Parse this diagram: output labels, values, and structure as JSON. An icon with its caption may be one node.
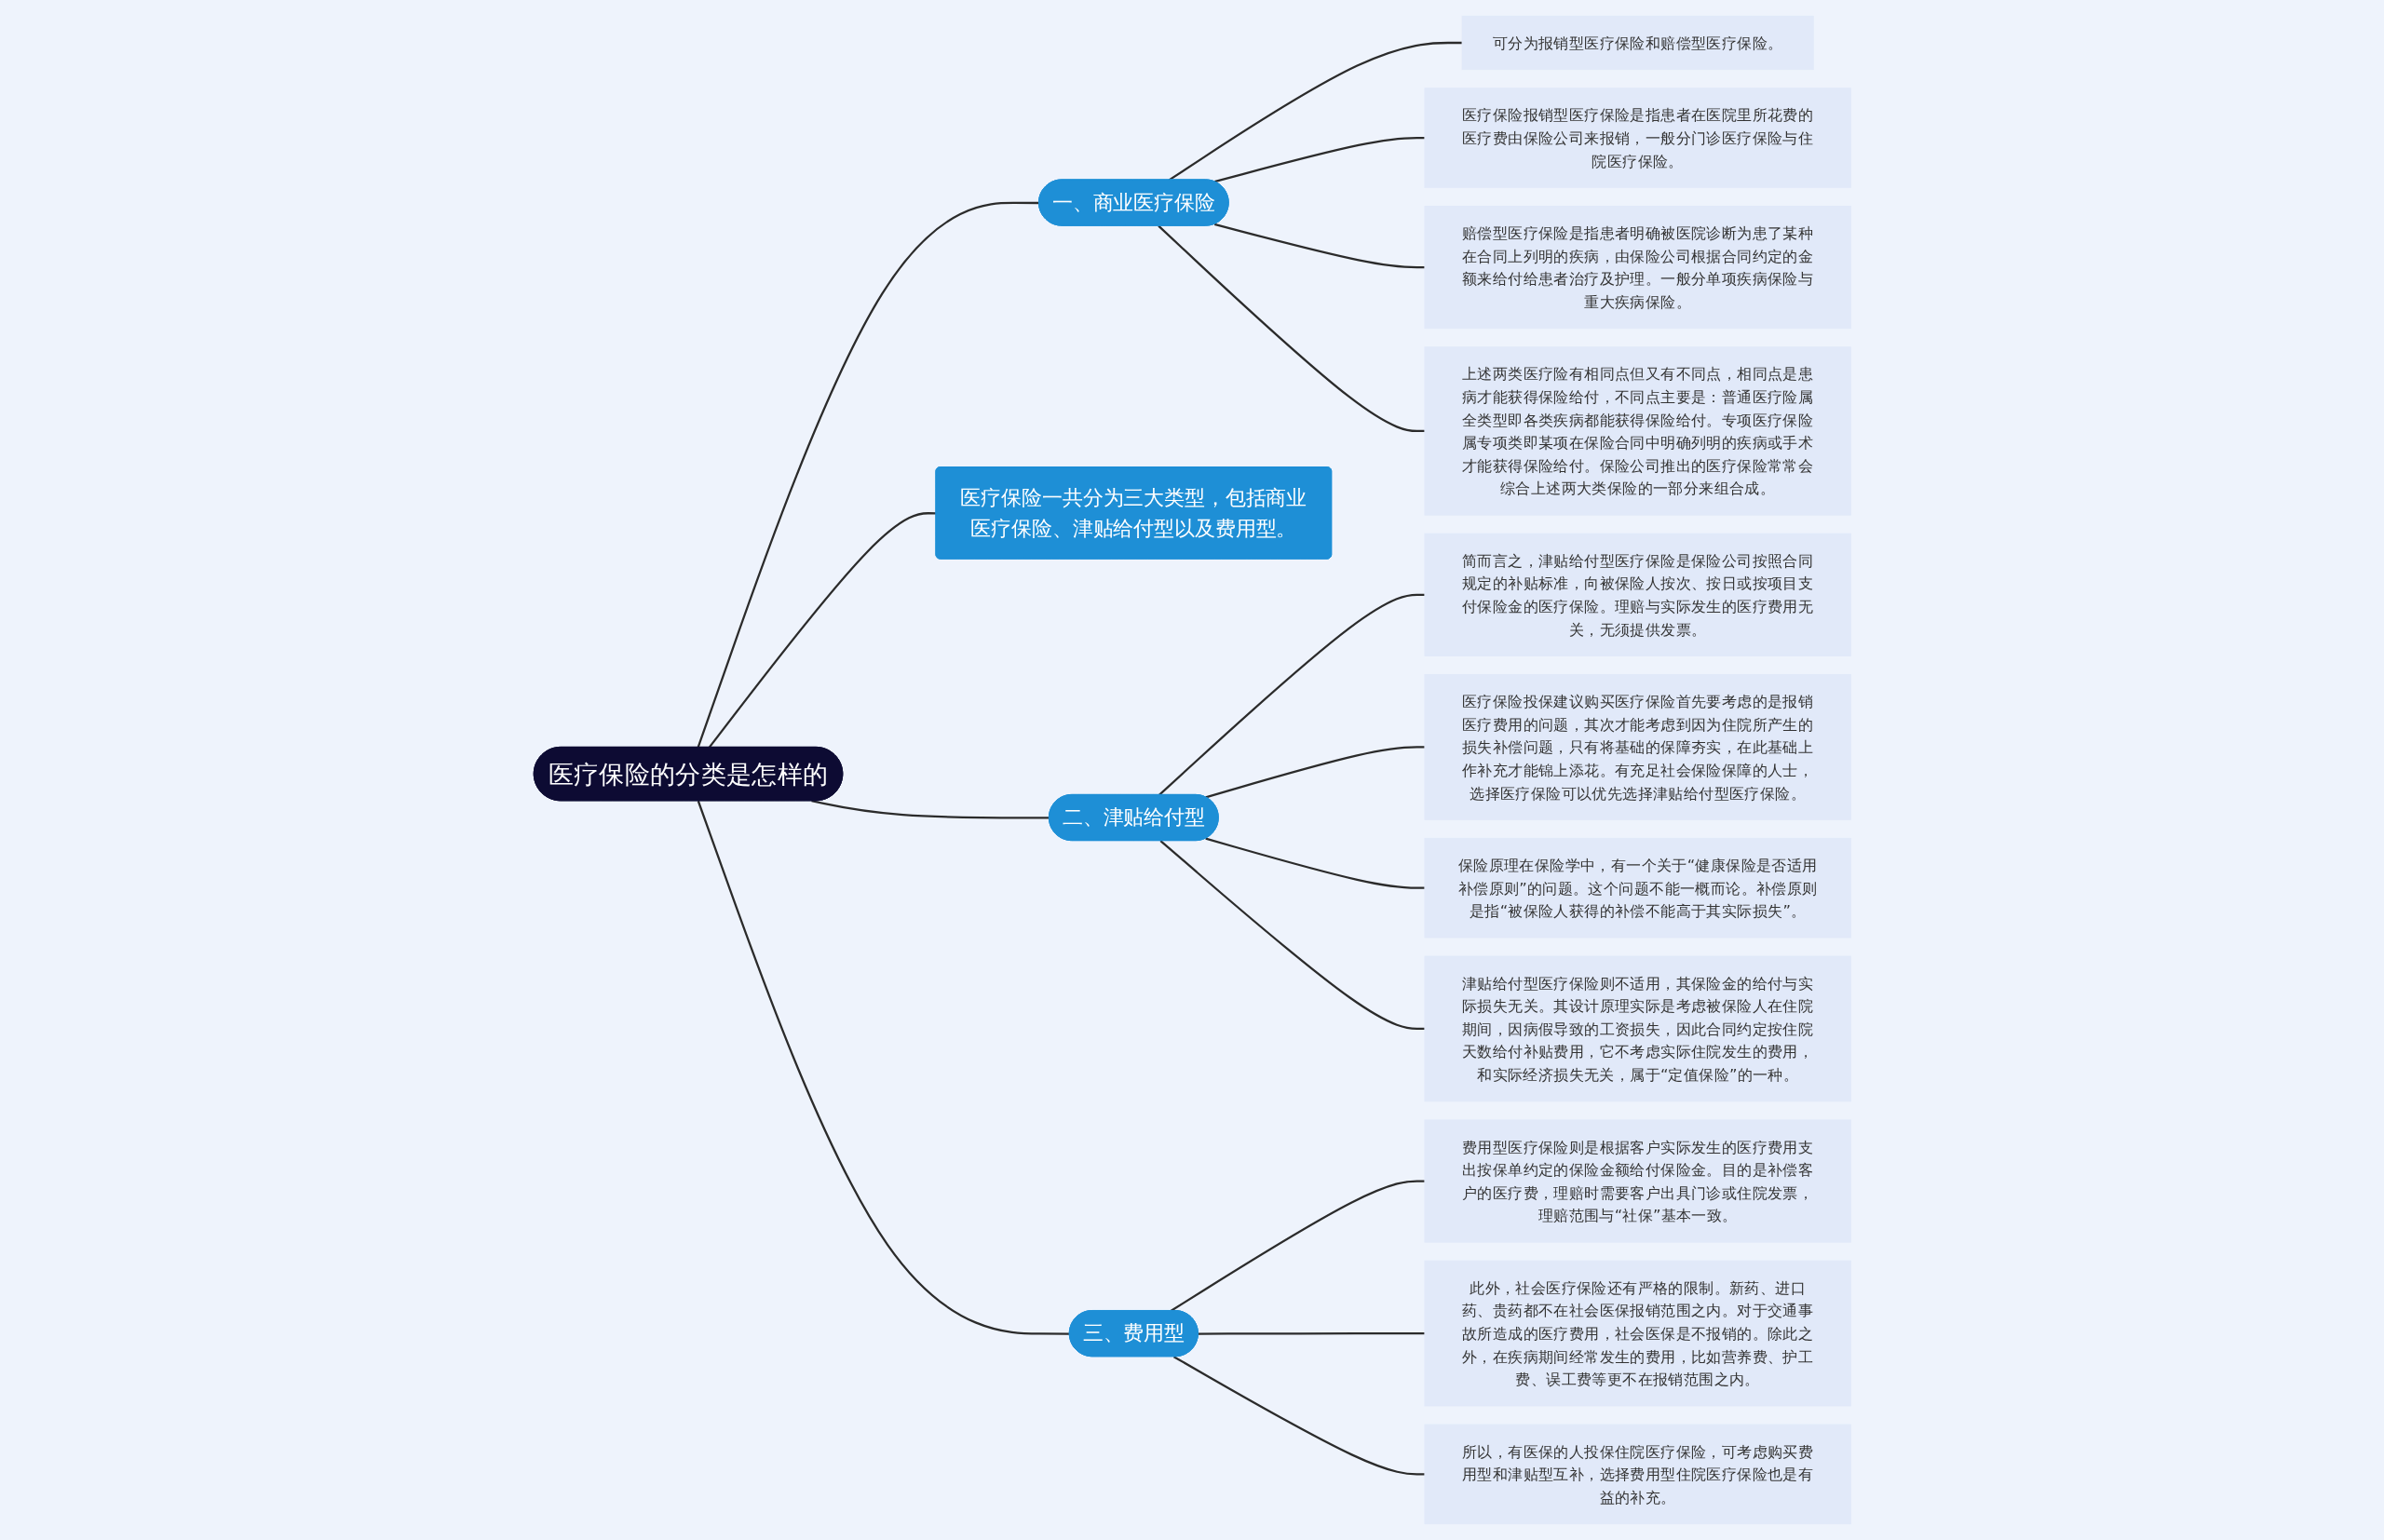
{
  "diagram": {
    "nodes": [
      {
        "text": [
          "医疗保险的分类是怎样的"
        ]
      },
      {
        "text": [
          "一、商业医疗保险"
        ]
      },
      {
        "text": [
          "可分为报销型医疗保险和赔偿型医疗保险。"
        ]
      },
      {
        "text": [
          "医疗保险报销型医疗保险是指患者在医院里所花费的医疗费由保险公司来报销，一般分门诊医疗保险与住院医疗保险。"
        ]
      },
      {
        "text": [
          "赔偿型医疗保险是指患者明确被医院诊断为患了某种在合同上列明的疾病，由保险公司根据合同约定的金额来给付给患者治疗及护理。一般分单项疾病保险与重大疾病保险。"
        ]
      },
      {
        "text": [
          "上述两类医疗险有相同点但又有不同点，相同点是患病才能获得保险给付，不同点主要是：普通医疗险属全类型即各类疾病都能获得保险给付。专项医疗保险属专项类即某项在保险合同中明确列明的疾病或手术才能获得保险给付。保险公司推出的医疗保险常常会综合上述两大类保险的一部分来组合成。"
        ]
      },
      {
        "text": [
          "医疗保险一共分为三大类型，包括商业医疗保险、津贴给付型以及费用型。"
        ]
      },
      {
        "text": [
          "二、津贴给付型"
        ]
      },
      {
        "text": [
          "简而言之，津贴给付型医疗保险是保险公司按照合同规定的补贴标准，向被保险人按次、按日或按项目支付保险金的医疗保险。理赔与实际发生的医疗费用无关，无须提供发票。"
        ]
      },
      {
        "text": [
          "医疗保险投保建议购买医疗保险首先要考虑的是报销医疗费用的问题，其次才能考虑到因为住院所产生的损失补偿问题，只有将基础的保障夯实，在此基础上作补充才能锦上添花。有充足社会保险保障的人士，选择医疗保险可以优先选择津贴给付型医疗保险。"
        ]
      },
      {
        "text": [
          "保险原理在保险学中，有一个关于“健康保险是否适用补偿原则”的问题。这个问题不能一概而论。补偿原则是指“被保险人获得的补偿不能高于其实际损失”。"
        ]
      },
      {
        "text": [
          "津贴给付型医疗保险则不适用，其保险金的给付与实际损失无关。其设计原理实际是考虑被保险人在住院期间，因病假导致的工资损失，因此合同约定按住院天数给付补贴费用，它不考虑实际住院发生的费用，和实际经济损失无关，属于“定值保险”的一种。"
        ]
      },
      {
        "text": [
          "三、费用型"
        ]
      },
      {
        "text": [
          "费用型医疗保险则是根据客户实际发生的医疗费用支出按保单约定的保险金额给付保险金。目的是补偿客户的医疗费，理赔时需要客户出具门诊或住院发票，理赔范围与“社保”基本一致。"
        ]
      },
      {
        "text": [
          "此外，社会医疗保险还有严格的限制。新药、进口药、贵药都不在社会医保报销范围之内。对于交通事故所造成的医疗费用，社会医保是不报销的。除此之外，在疾病期间经常发生的费用，比如营养费、护工费、误工费等更不在报销范围之内。"
        ]
      },
      {
        "text": [
          "所以，有医保的人投保住院医疗保险，可考虑购买费用型和津贴型互补，选择费用型住院医疗保险也是有益的补充。"
        ]
      }
    ],
    "edges": [
      {
        "from": 0,
        "to": 1,
        "arrow": "none"
      },
      {
        "from": 1,
        "to": 2,
        "arrow": "none"
      },
      {
        "from": 1,
        "to": 3,
        "arrow": "none"
      },
      {
        "from": 1,
        "to": 4,
        "arrow": "none"
      },
      {
        "from": 1,
        "to": 5,
        "arrow": "none"
      },
      {
        "from": 0,
        "to": 6,
        "arrow": "none"
      },
      {
        "from": 0,
        "to": 7,
        "arrow": "none"
      },
      {
        "from": 7,
        "to": 8,
        "arrow": "none"
      },
      {
        "from": 7,
        "to": 9,
        "arrow": "none"
      },
      {
        "from": 7,
        "to": 10,
        "arrow": "none"
      },
      {
        "from": 7,
        "to": 11,
        "arrow": "none"
      },
      {
        "from": 0,
        "to": 12,
        "arrow": "none"
      },
      {
        "from": 12,
        "to": 13,
        "arrow": "none"
      },
      {
        "from": 12,
        "to": 14,
        "arrow": "none"
      },
      {
        "from": 12,
        "to": 15,
        "arrow": "none"
      }
    ]
  }
}
